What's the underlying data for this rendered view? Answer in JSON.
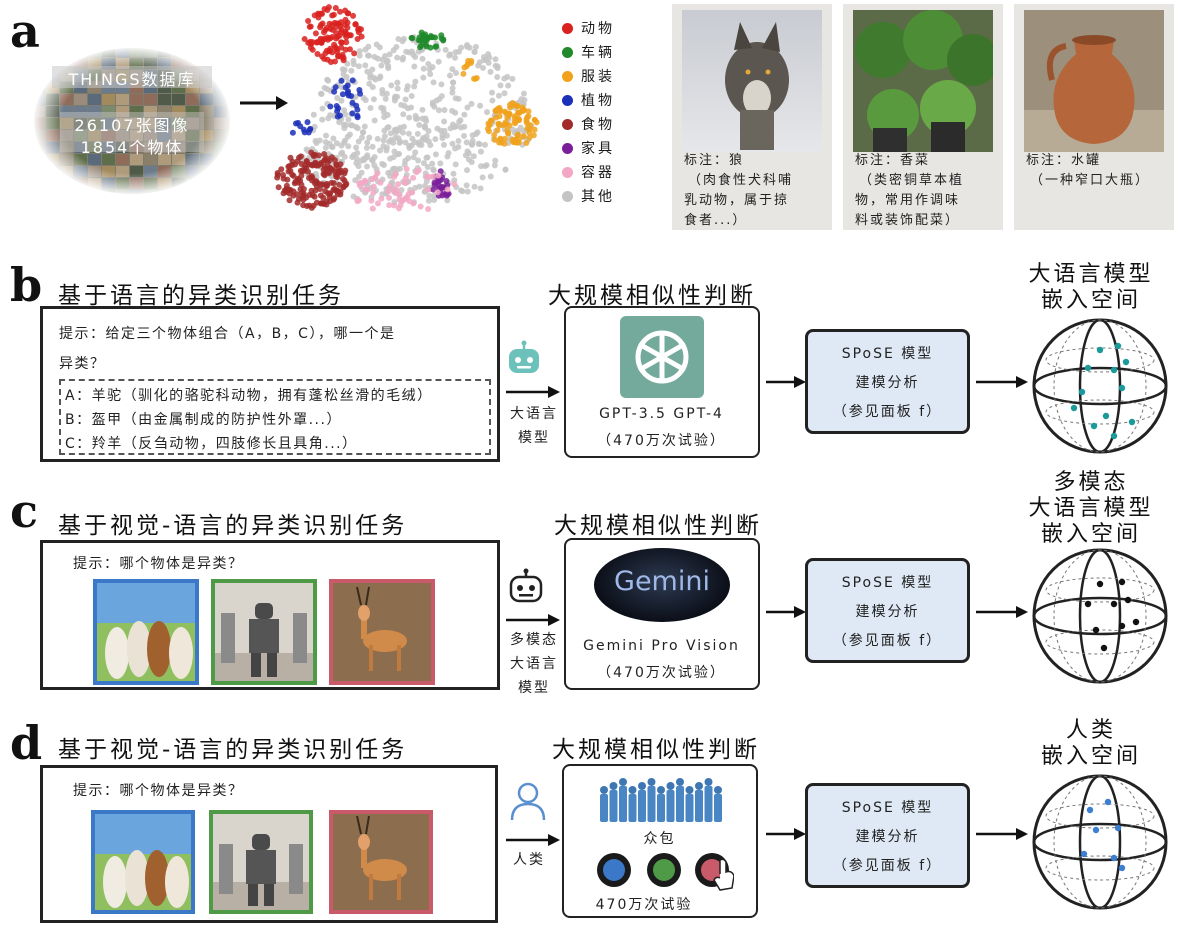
{
  "panel_a": {
    "letter": "a",
    "db": {
      "title": "THINGS数据库",
      "images": "26107张图像",
      "objects": "1854个物体"
    },
    "legend": [
      {
        "label": "动物",
        "color": "#d9211f"
      },
      {
        "label": "车辆",
        "color": "#1f8a2a"
      },
      {
        "label": "服装",
        "color": "#f0a21c"
      },
      {
        "label": "植物",
        "color": "#1c2fb8"
      },
      {
        "label": "食物",
        "color": "#a32a2a"
      },
      {
        "label": "家具",
        "color": "#7a1f9a"
      },
      {
        "label": "容器",
        "color": "#f2a8c4"
      },
      {
        "label": "其他",
        "color": "#c4c4c4"
      }
    ],
    "examples": [
      {
        "line1": "标注：狼",
        "lines": [
          "（肉食性犬科哺",
          "乳动物，属于掠",
          "食者...）"
        ]
      },
      {
        "line1": "标注：香菜",
        "lines": [
          "（类密铜草本植",
          "物，常用作调味",
          "料或装饰配菜）"
        ]
      },
      {
        "line1": "标注：水罐",
        "lines": [
          "（一种窄口大瓶）"
        ]
      }
    ]
  },
  "panel_b": {
    "letter": "b",
    "title": "基于语言的异类识别任务",
    "prompt_line1": "提示：给定三个物体组合（A，B，C），哪一个是",
    "prompt_line2": "异类？",
    "options": [
      "A：羊驼（驯化的骆驼科动物，拥有蓬松丝滑的毛绒）",
      "B：盔甲（由金属制成的防护性外罩...）",
      "C：羚羊（反刍动物，四肢修长且具角...）"
    ],
    "agent_lines": [
      "大语言",
      "模型"
    ],
    "judgment_title": "大规模相似性判断",
    "model_text": "GPT-3.5 GPT-4",
    "trials": "（470万次试验）",
    "spose": [
      "SPoSE 模型",
      "建模分析",
      "（参见面板 f）"
    ],
    "space_title": [
      "大语言模型",
      "嵌入空间"
    ],
    "dot_color": "#1a9a9a"
  },
  "panel_c": {
    "letter": "c",
    "title": "基于视觉-语言的异类识别任务",
    "prompt": "提示：哪个物体是异类？",
    "agent_lines": [
      "多模态",
      "大语言",
      "模型"
    ],
    "judgment_title": "大规模相似性判断",
    "logo_text": "Gemini",
    "model_text": "Gemini Pro Vision",
    "trials": "（470万次试验）",
    "spose": [
      "SPoSE 模型",
      "建模分析",
      "（参见面板 f）"
    ],
    "space_title": [
      "多模态",
      "大语言模型",
      "嵌入空间"
    ],
    "dot_color": "#111111"
  },
  "panel_d": {
    "letter": "d",
    "title": "基于视觉-语言的异类识别任务",
    "prompt": "提示：哪个物体是异类？",
    "agent_lines": [
      "人类"
    ],
    "judgment_title": "大规模相似性判断",
    "crowd_label": "众包",
    "trials": "470万次试验",
    "spose": [
      "SPoSE 模型",
      "建模分析",
      "（参见面板 f）"
    ],
    "space_title": [
      "人类",
      "嵌入空间"
    ],
    "dot_color": "#3a7fd0"
  }
}
